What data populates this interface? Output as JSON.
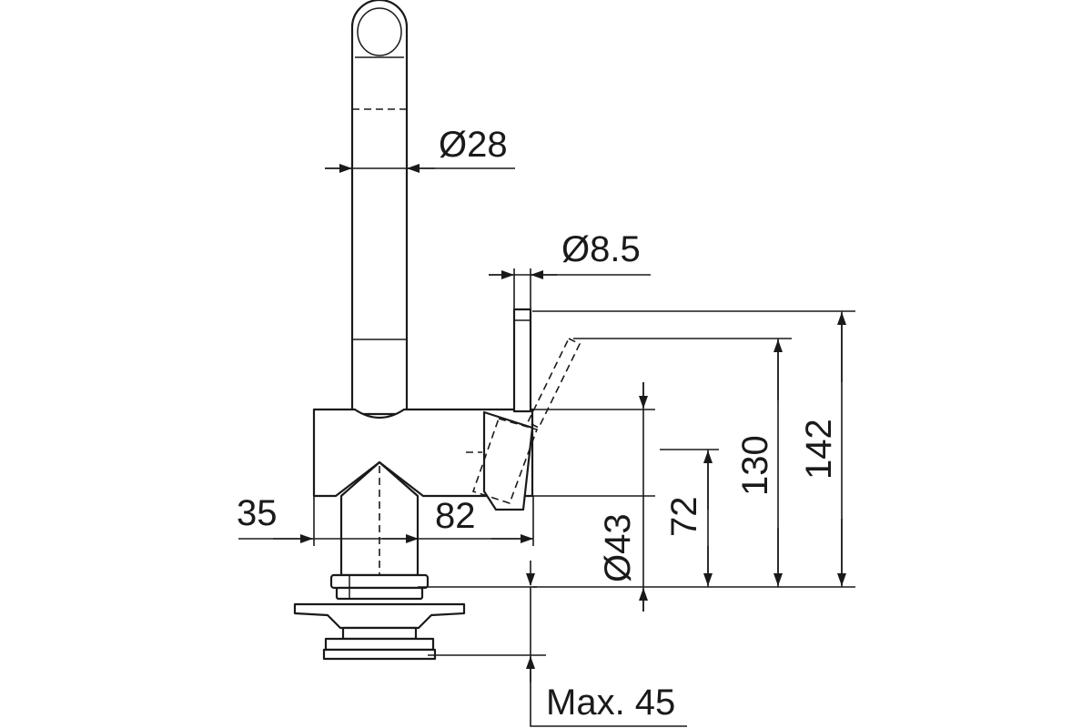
{
  "dimensions": {
    "spout_diameter": "Ø28",
    "lever_diameter": "Ø8.5",
    "body_offset": "35",
    "body_length": "82",
    "body_diameter": "Ø43",
    "body_height": "72",
    "lever_tip_height": "130",
    "total_height": "142",
    "max_thickness": "Max. 45"
  }
}
